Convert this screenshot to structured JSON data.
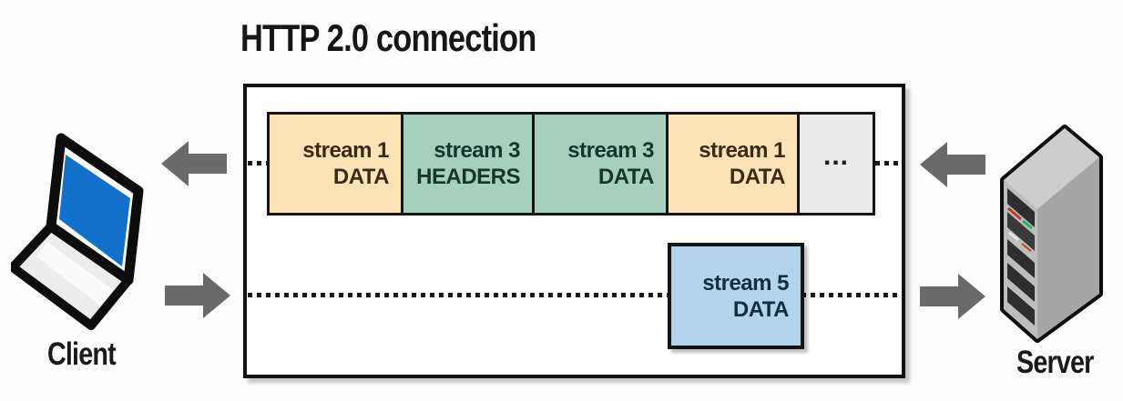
{
  "title": "HTTP 2.0 connection",
  "client_label": "Client",
  "server_label": "Server",
  "connection": {
    "direction_top_row": "server-to-client",
    "direction_bottom_row": "client-to-server",
    "frames": [
      {
        "stream": "stream 1",
        "type": "DATA",
        "color_name": "orange"
      },
      {
        "stream": "stream 3",
        "type": "HEADERS",
        "color_name": "green"
      },
      {
        "stream": "stream 3",
        "type": "DATA",
        "color_name": "green"
      },
      {
        "stream": "stream 1",
        "type": "DATA",
        "color_name": "orange"
      },
      {
        "label": "...",
        "color_name": "gray"
      }
    ],
    "bottom_frame": {
      "stream": "stream 5",
      "type": "DATA",
      "color_name": "blue"
    }
  },
  "colors": {
    "frame_orange": "#fce3b7",
    "frame_green": "#a6cfbe",
    "frame_blue": "#b4d4ec",
    "frame_gray": "#e9e9e9",
    "arrow_gray": "#6a6a6a",
    "laptop_screen_blue": "#1170c9"
  }
}
